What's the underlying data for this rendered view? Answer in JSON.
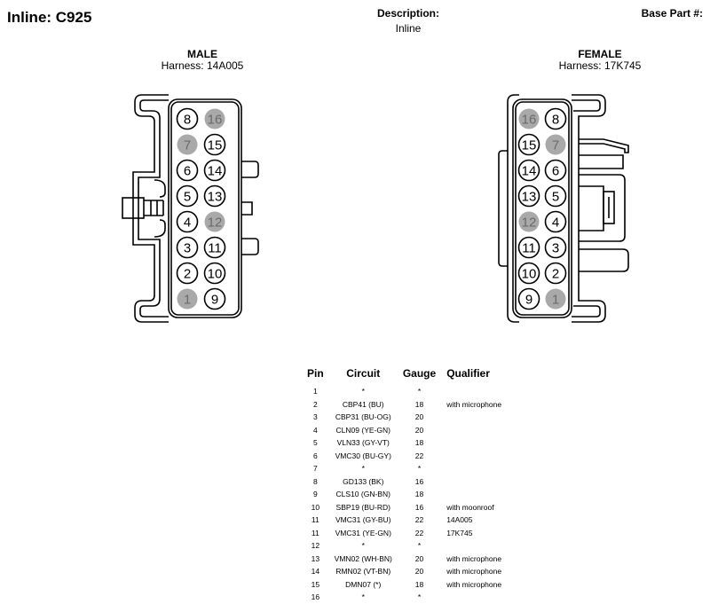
{
  "header": {
    "title": "Inline: C925",
    "description_label": "Description:",
    "description_value": "Inline",
    "base_part_label": "Base Part #:"
  },
  "male": {
    "title": "MALE",
    "harness": "Harness: 14A005",
    "rows": [
      [
        {
          "n": "8",
          "shaded": false
        },
        {
          "n": "16",
          "shaded": true
        }
      ],
      [
        {
          "n": "7",
          "shaded": true
        },
        {
          "n": "15",
          "shaded": false
        }
      ],
      [
        {
          "n": "6",
          "shaded": false
        },
        {
          "n": "14",
          "shaded": false
        }
      ],
      [
        {
          "n": "5",
          "shaded": false
        },
        {
          "n": "13",
          "shaded": false
        }
      ],
      [
        {
          "n": "4",
          "shaded": false
        },
        {
          "n": "12",
          "shaded": true
        }
      ],
      [
        {
          "n": "3",
          "shaded": false
        },
        {
          "n": "11",
          "shaded": false
        }
      ],
      [
        {
          "n": "2",
          "shaded": false
        },
        {
          "n": "10",
          "shaded": false
        }
      ],
      [
        {
          "n": "1",
          "shaded": true
        },
        {
          "n": "9",
          "shaded": false
        }
      ]
    ]
  },
  "female": {
    "title": "FEMALE",
    "harness": "Harness: 17K745",
    "rows": [
      [
        {
          "n": "16",
          "shaded": true
        },
        {
          "n": "8",
          "shaded": false
        }
      ],
      [
        {
          "n": "15",
          "shaded": false
        },
        {
          "n": "7",
          "shaded": true
        }
      ],
      [
        {
          "n": "14",
          "shaded": false
        },
        {
          "n": "6",
          "shaded": false
        }
      ],
      [
        {
          "n": "13",
          "shaded": false
        },
        {
          "n": "5",
          "shaded": false
        }
      ],
      [
        {
          "n": "12",
          "shaded": true
        },
        {
          "n": "4",
          "shaded": false
        }
      ],
      [
        {
          "n": "11",
          "shaded": false
        },
        {
          "n": "3",
          "shaded": false
        }
      ],
      [
        {
          "n": "10",
          "shaded": false
        },
        {
          "n": "2",
          "shaded": false
        }
      ],
      [
        {
          "n": "9",
          "shaded": false
        },
        {
          "n": "1",
          "shaded": true
        }
      ]
    ]
  },
  "colors": {
    "shaded": "#a9a9a9",
    "shaded_text": "#6a6a6a",
    "line": "#000000"
  },
  "table": {
    "headers": {
      "pin": "Pin",
      "circuit": "Circuit",
      "gauge": "Gauge",
      "qualifier": "Qualifier"
    },
    "rows": [
      {
        "pin": "1",
        "circuit": "*",
        "gauge": "*",
        "qualifier": ""
      },
      {
        "pin": "2",
        "circuit": "CBP41 (BU)",
        "gauge": "18",
        "qualifier": "with microphone"
      },
      {
        "pin": "3",
        "circuit": "CBP31 (BU-OG)",
        "gauge": "20",
        "qualifier": ""
      },
      {
        "pin": "4",
        "circuit": "CLN09 (YE-GN)",
        "gauge": "20",
        "qualifier": ""
      },
      {
        "pin": "5",
        "circuit": "VLN33 (GY-VT)",
        "gauge": "18",
        "qualifier": ""
      },
      {
        "pin": "6",
        "circuit": "VMC30 (BU-GY)",
        "gauge": "22",
        "qualifier": ""
      },
      {
        "pin": "7",
        "circuit": "*",
        "gauge": "*",
        "qualifier": ""
      },
      {
        "pin": "8",
        "circuit": "GD133 (BK)",
        "gauge": "16",
        "qualifier": ""
      },
      {
        "pin": "9",
        "circuit": "CLS10 (GN-BN)",
        "gauge": "18",
        "qualifier": ""
      },
      {
        "pin": "10",
        "circuit": "SBP19 (BU-RD)",
        "gauge": "16",
        "qualifier": "with moonroof"
      },
      {
        "pin": "11",
        "circuit": "VMC31 (GY-BU)",
        "gauge": "22",
        "qualifier": "14A005"
      },
      {
        "pin": "11",
        "circuit": "VMC31 (YE-GN)",
        "gauge": "22",
        "qualifier": "17K745"
      },
      {
        "pin": "12",
        "circuit": "*",
        "gauge": "*",
        "qualifier": ""
      },
      {
        "pin": "13",
        "circuit": "VMN02 (WH-BN)",
        "gauge": "20",
        "qualifier": "with microphone"
      },
      {
        "pin": "14",
        "circuit": "RMN02 (VT-BN)",
        "gauge": "20",
        "qualifier": "with microphone"
      },
      {
        "pin": "15",
        "circuit": "DMN07 (*)",
        "gauge": "18",
        "qualifier": "with microphone"
      },
      {
        "pin": "16",
        "circuit": "*",
        "gauge": "*",
        "qualifier": ""
      }
    ]
  }
}
